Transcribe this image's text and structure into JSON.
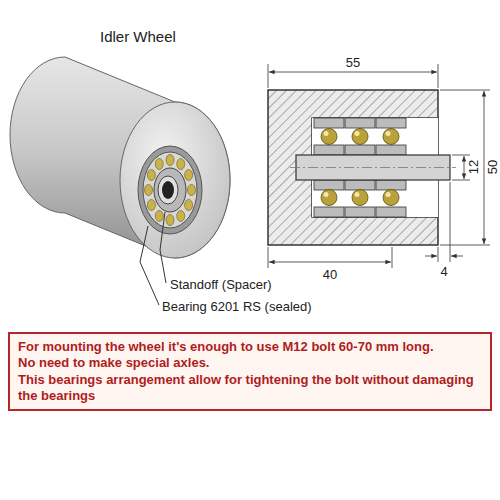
{
  "diagram": {
    "title": "Idler Wheel",
    "nodes": [
      {
        "text": [
          "For mounting the wheel it's enough to use M12 bolt 60-70 mm long.",
          "No need to make special axles.",
          "This bearings arrangement allow for tightening the bolt without damaging the bearings"
        ]
      }
    ],
    "labels": [
      "Standoff (Spacer)",
      "Bearing 6201 RS (sealed)",
      "55",
      "12",
      "50",
      "4",
      "40"
    ]
  }
}
